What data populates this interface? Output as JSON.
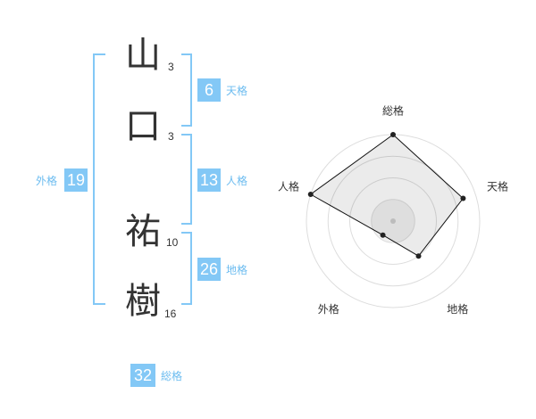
{
  "name": {
    "chars": [
      {
        "char": "山",
        "strokes": "3"
      },
      {
        "char": "口",
        "strokes": "3"
      },
      {
        "char": "祐",
        "strokes": "10"
      },
      {
        "char": "樹",
        "strokes": "16"
      }
    ]
  },
  "groups": {
    "tenkaku": {
      "value": "6",
      "label": "天格"
    },
    "jinkaku": {
      "value": "13",
      "label": "人格"
    },
    "chikaku": {
      "value": "26",
      "label": "地格"
    },
    "gaikaku": {
      "value": "19",
      "label": "外格"
    },
    "soukaku": {
      "value": "32",
      "label": "総格"
    }
  },
  "colors": {
    "accent": "#83c8f6",
    "label": "#6cbcf0",
    "text": "#333333"
  },
  "chart_data": {
    "type": "radar",
    "axes": [
      "総格",
      "天格",
      "地格",
      "外格",
      "人格"
    ],
    "values": [
      1.0,
      0.85,
      0.5,
      0.2,
      1.0
    ],
    "rings": 4,
    "range": [
      0,
      1
    ]
  }
}
